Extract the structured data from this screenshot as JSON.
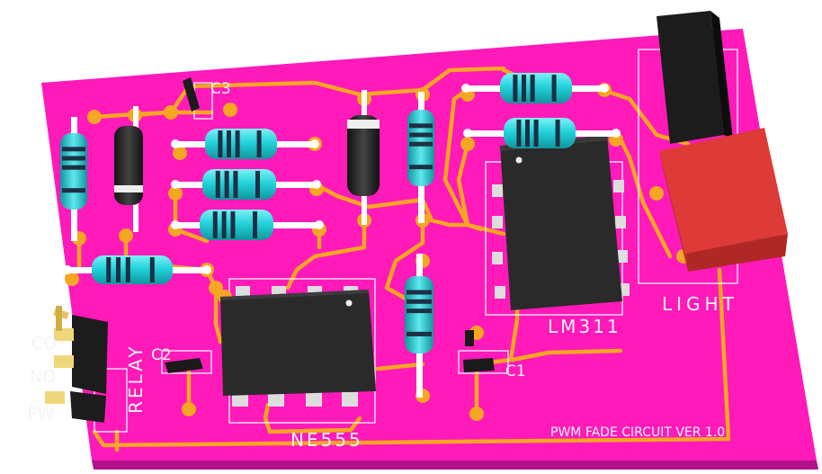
{
  "board": {
    "color": "#ff1ab9",
    "trace_color": "#f5a623",
    "silk_color": "#f4f4f4",
    "title": "PWM FADE CIRCUIT VER 1.0"
  },
  "labels": {
    "c3": "C3",
    "c2": "C2",
    "c1": "C1",
    "ne555": "NE555",
    "lm311": "LM311",
    "light": "LIGHT",
    "relay": "RELAY",
    "co": "CO",
    "no": "NO",
    "pw": "PW"
  },
  "components": {
    "resistor_color": "#23d3dc",
    "diode_color": "#262626",
    "ic_color": "#2a2a2a",
    "ldr_color": "#dd3a38",
    "ldr_holder_color": "#1a1a1a"
  }
}
